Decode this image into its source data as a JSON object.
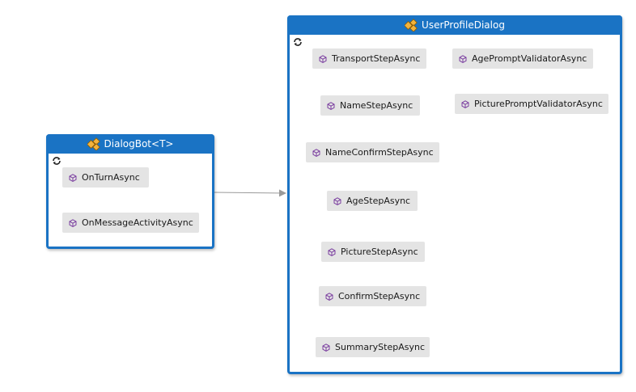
{
  "dialog_bot": {
    "title": "DialogBot<T>",
    "class_icon": "class-icon",
    "refresh_icon": "cycle-icon",
    "methods": [
      "OnTurnAsync",
      "OnMessageActivityAsync"
    ]
  },
  "user_profile_dialog": {
    "title": "UserProfileDialog",
    "class_icon": "class-icon",
    "refresh_icon": "cycle-icon",
    "steps": [
      "TransportStepAsync",
      "NameStepAsync",
      "NameConfirmStepAsync",
      "AgeStepAsync",
      "PictureStepAsync",
      "ConfirmStepAsync",
      "SummaryStepAsync"
    ],
    "validators": [
      "AgePromptValidatorAsync",
      "PicturePromptValidatorAsync"
    ]
  },
  "colors": {
    "header": "#1a73c4",
    "method_bg": "#e4e4e4",
    "method_icon": "#7b3fa0",
    "arrow": "#9a9a9a"
  }
}
